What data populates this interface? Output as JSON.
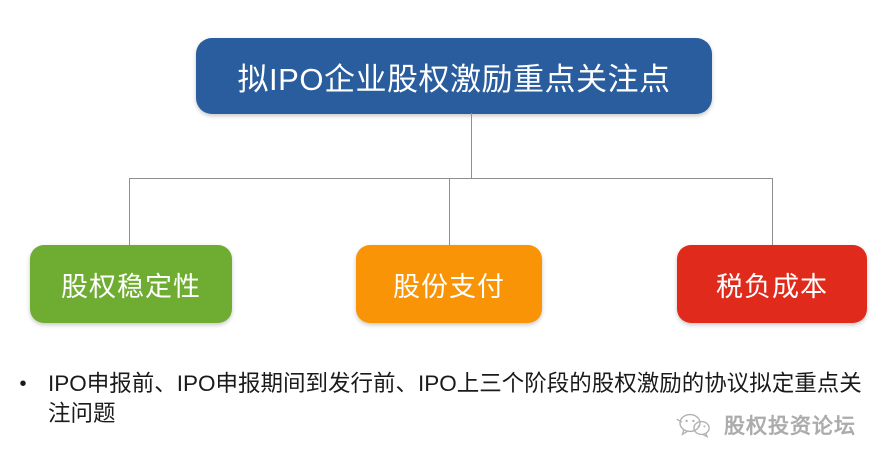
{
  "diagram": {
    "root": {
      "label": "拟IPO企业股权激励重点关注点",
      "color": "#2a5d9e"
    },
    "children": [
      {
        "label": "股权稳定性",
        "color": "#6fad32"
      },
      {
        "label": "股份支付",
        "color": "#f89406"
      },
      {
        "label": "税负成本",
        "color": "#e02b1c"
      }
    ],
    "connector_color": "#8f8f8f"
  },
  "notes": {
    "bullet_marker": "•",
    "bullet_text": "IPO申报前、IPO申报期间到发行前、IPO上三个阶段的股权激励的协议拟定重点关注问题"
  },
  "watermark": {
    "icon": "wechat-bubble-icon",
    "text": "股权投资论坛"
  }
}
